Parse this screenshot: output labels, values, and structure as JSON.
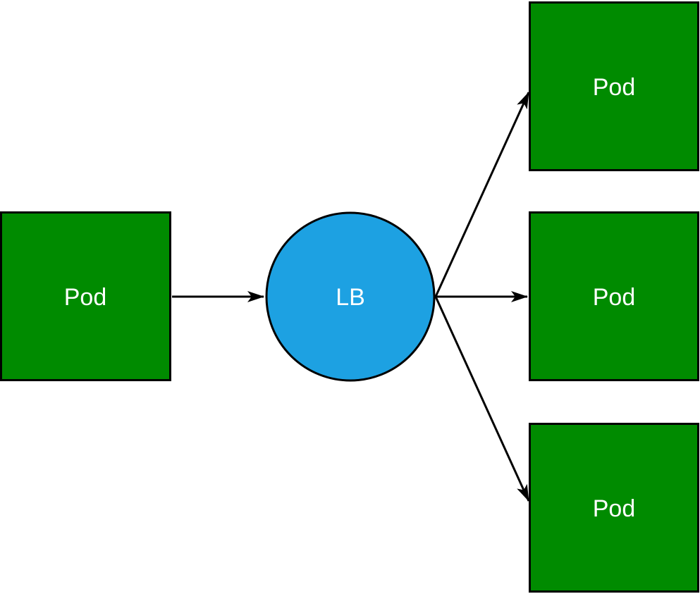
{
  "diagram": {
    "type": "flow-diagram",
    "description": "Load balancer distributing traffic from one pod to three pods",
    "nodes": {
      "pod_left": {
        "id": "pod-left",
        "label": "Pod",
        "shape": "rectangle"
      },
      "lb": {
        "id": "lb",
        "label": "LB",
        "shape": "circle"
      },
      "pod_top": {
        "id": "pod-top",
        "label": "Pod",
        "shape": "rectangle"
      },
      "pod_middle": {
        "id": "pod-middle",
        "label": "Pod",
        "shape": "rectangle"
      },
      "pod_bottom": {
        "id": "pod-bottom",
        "label": "Pod",
        "shape": "rectangle"
      }
    },
    "edges": [
      {
        "from": "pod_left",
        "to": "lb",
        "directed": true
      },
      {
        "from": "lb",
        "to": "pod_top",
        "directed": true
      },
      {
        "from": "lb",
        "to": "pod_middle",
        "directed": true
      },
      {
        "from": "lb",
        "to": "pod_bottom",
        "directed": true
      }
    ],
    "colors": {
      "pod_fill": "#008B00",
      "lb_fill": "#1DA1E2",
      "shape_stroke": "#000000",
      "edge": "#000000",
      "label_text": "#FFFFFF",
      "background": "#FFFFFF"
    }
  }
}
